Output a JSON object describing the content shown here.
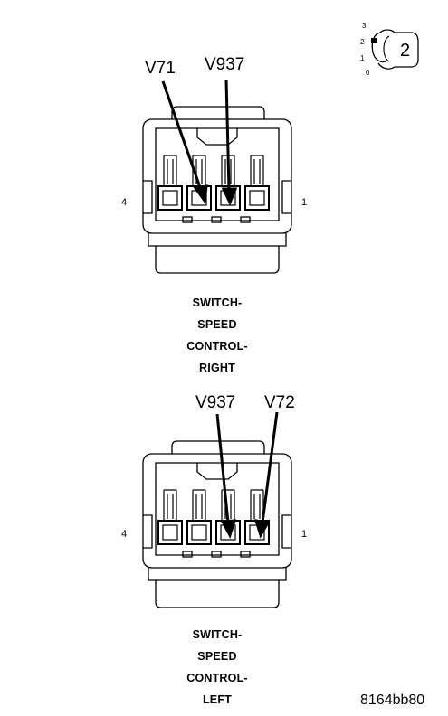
{
  "key_icon": {
    "positions": [
      "3",
      "2",
      "1",
      "0"
    ],
    "selected": "2"
  },
  "connectors": [
    {
      "wire_labels": [
        "V71",
        "V937"
      ],
      "pin_left": "4",
      "pin_right": "1",
      "title_lines": [
        "SWITCH-",
        "SPEED",
        "CONTROL-",
        "RIGHT"
      ]
    },
    {
      "wire_labels": [
        "V937",
        "V72"
      ],
      "pin_left": "4",
      "pin_right": "1",
      "title_lines": [
        "SWITCH-",
        "SPEED",
        "CONTROL-",
        "LEFT"
      ]
    }
  ],
  "figure_id": "8164bb80"
}
